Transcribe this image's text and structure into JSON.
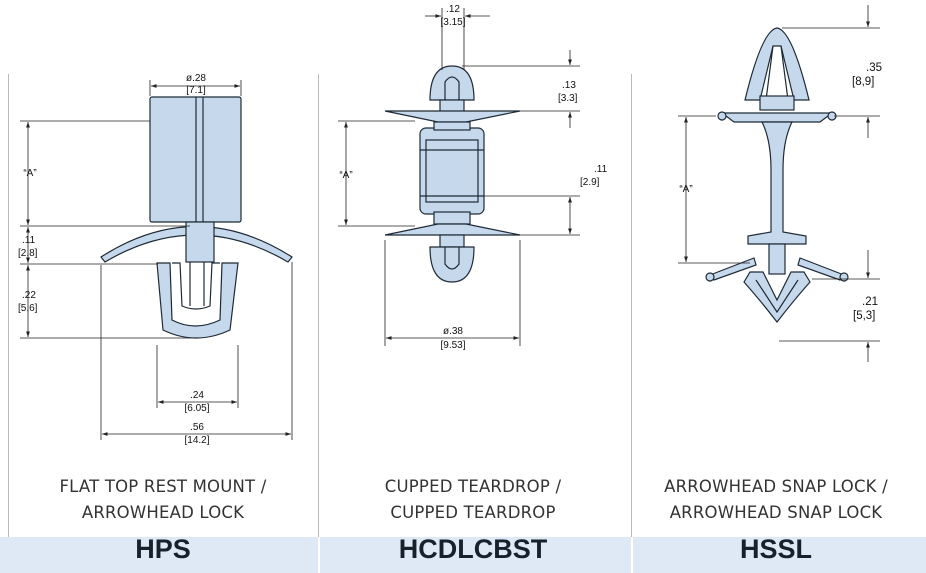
{
  "colors": {
    "part_fill": "#c6d9ec",
    "part_stroke": "#1e2a36",
    "band": "#dfe9f5",
    "dim_line": "#222222"
  },
  "products": [
    {
      "model": "HPS",
      "caption_line1": "FLAT TOP REST MOUNT /",
      "caption_line2": "ARROWHEAD LOCK",
      "dims": {
        "dia_in": "ø.28",
        "dia_mm": "[7.1]",
        "a_label": "“A”",
        "d1_in": ".11",
        "d1_mm": "[2.8]",
        "d2_in": ".22",
        "d2_mm": "[5.6]",
        "w1_in": ".24",
        "w1_mm": "[6.05]",
        "w2_in": ".56",
        "w2_mm": "[14.2]"
      }
    },
    {
      "model": "HCDLCBST",
      "caption_line1": "CUPPED TEARDROP /",
      "caption_line2": "CUPPED TEARDROP",
      "dims": {
        "top_in": ".12",
        "top_mm": "[3.15]",
        "r1_in": ".13",
        "r1_mm": "[3.3]",
        "a_label": "“A”",
        "r2_in": ".11",
        "r2_mm": "[2.9]",
        "dia_in": "ø.38",
        "dia_mm": "[9.53]"
      }
    },
    {
      "model": "HSSL",
      "caption_line1": "ARROWHEAD SNAP LOCK /",
      "caption_line2": "ARROWHEAD SNAP LOCK",
      "dims": {
        "r1_in": ".35",
        "r1_mm": "[8,9]",
        "a_label": "“A”",
        "r2_in": ".21",
        "r2_mm": "[5,3]"
      }
    }
  ]
}
